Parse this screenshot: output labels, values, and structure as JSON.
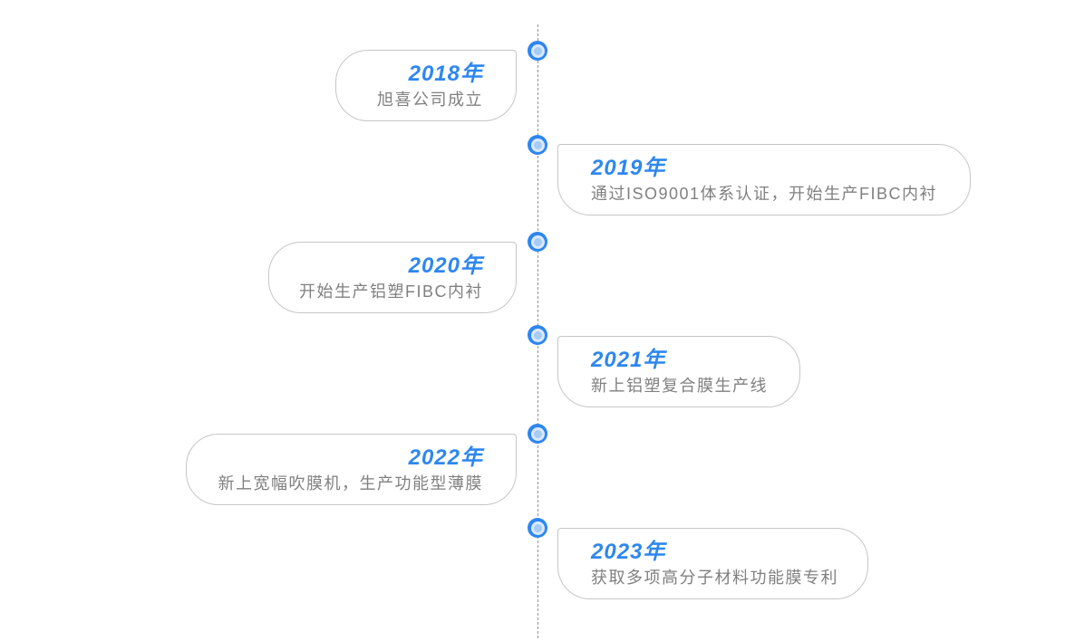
{
  "timeline": {
    "items": [
      {
        "year": "2018年",
        "desc": "旭喜公司成立",
        "side": "left"
      },
      {
        "year": "2019年",
        "desc": "通过ISO9001体系认证，开始生产FIBC内衬",
        "side": "right"
      },
      {
        "year": "2020年",
        "desc": "开始生产铝塑FIBC内衬",
        "side": "left"
      },
      {
        "year": "2021年",
        "desc": "新上铝塑复合膜生产线",
        "side": "right"
      },
      {
        "year": "2022年",
        "desc": "新上宽幅吹膜机，生产功能型薄膜",
        "side": "left"
      },
      {
        "year": "2023年",
        "desc": "获取多项高分子材料功能膜专利",
        "side": "right"
      }
    ],
    "colors": {
      "accent_year": "#2e87f0",
      "dot_outer": "#2e86f0",
      "dot_mid": "#d9e9fc",
      "dot_inner": "#a6cbf5",
      "card_border": "#c6c6c6",
      "desc_text": "#808080",
      "dashed_line": "#949494"
    }
  }
}
